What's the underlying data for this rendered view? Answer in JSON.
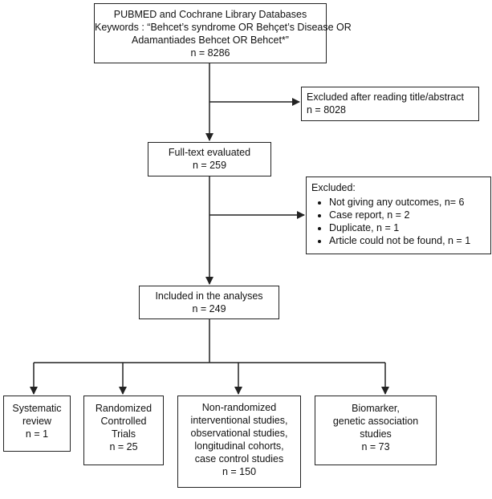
{
  "search": {
    "line1": "PUBMED and Cochrane Library Databases",
    "line2": "Keywords : “Behcet’s syndrome OR Behçet’s Disease OR",
    "line3": "Adamantiades Behcet OR Behcet*”",
    "count": "n = 8286"
  },
  "excluded_title": {
    "label": "Excluded after reading title/abstract",
    "count": "n = 8028"
  },
  "fulltext": {
    "label": "Full-text evaluated",
    "count": "n = 259"
  },
  "excluded_fulltext": {
    "label": "Excluded:",
    "reasons": [
      "Not giving any outcomes, n= 6",
      "Case report, n = 2",
      "Duplicate, n = 1",
      "Article could not be found, n = 1"
    ]
  },
  "included": {
    "label": "Included in the analyses",
    "count": "n = 249"
  },
  "categories": {
    "systematic": {
      "line1": "Systematic",
      "line2": "review",
      "count": "n = 1"
    },
    "rct": {
      "line1": "Randomized",
      "line2": "Controlled",
      "line3": "Trials",
      "count": "n = 25"
    },
    "nonrandomized": {
      "line1": "Non-randomized",
      "line2": "interventional studies,",
      "line3": "observational studies,",
      "line4": "longitudinal cohorts,",
      "line5": "case control studies",
      "count": "n = 150"
    },
    "biomarker": {
      "line1": "Biomarker,",
      "line2": "genetic association",
      "line3": "studies",
      "count": "n = 73"
    }
  }
}
